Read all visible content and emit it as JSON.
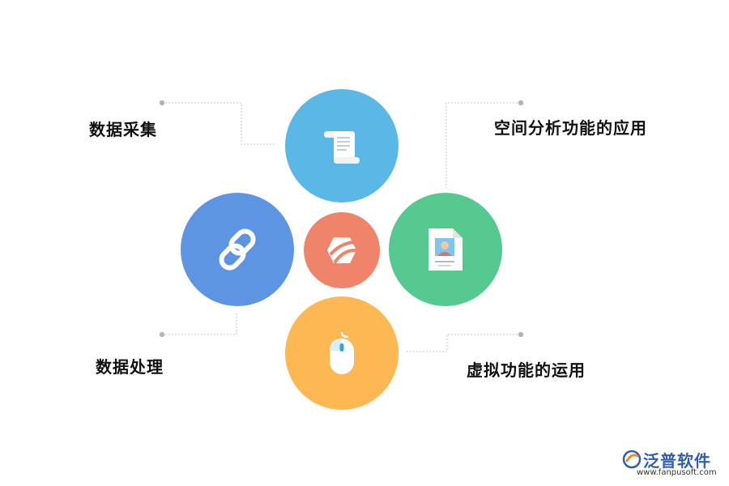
{
  "labels": {
    "top_left": "数据采集",
    "top_right": "空间分析功能的应用",
    "bottom_left": "数据处理",
    "bottom_right": "虚拟功能的运用"
  },
  "brand": {
    "name": "泛普软件",
    "url": "www.fanpusoft.com"
  },
  "circles": {
    "top": {
      "color": "#5bb7e5",
      "icon": "scroll-icon"
    },
    "left": {
      "color": "#5d95e2",
      "icon": "chain-link-icon"
    },
    "center": {
      "color": "#f0846b",
      "icon": "hexagon-logo-icon"
    },
    "right": {
      "color": "#55c98f",
      "icon": "id-document-icon"
    },
    "bottom": {
      "color": "#fdb854",
      "icon": "mouse-icon"
    }
  },
  "connector_color": "#c8c8c8"
}
